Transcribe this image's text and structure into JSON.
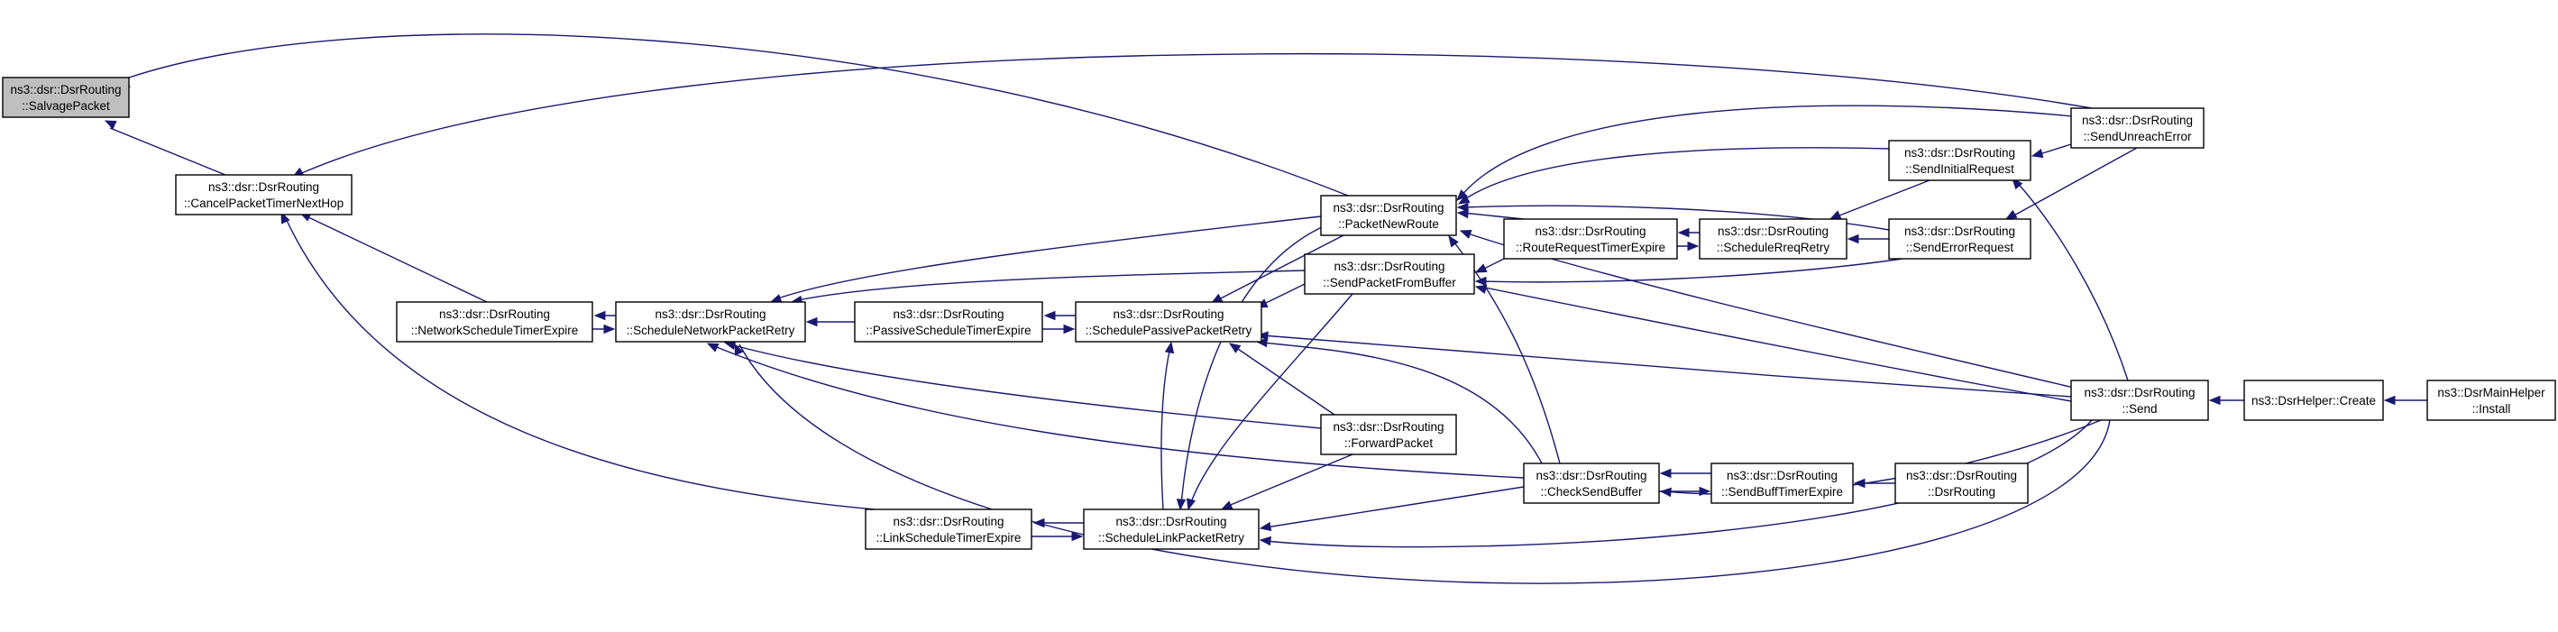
{
  "diagram": {
    "type": "call-graph",
    "edge_color": "#191970",
    "highlight_fill": "#bfbfbf",
    "nodes": [
      {
        "id": "salvage",
        "line1": "ns3::dsr::DsrRouting",
        "line2": "::SalvagePacket",
        "highlight": true
      },
      {
        "id": "cancelTimer",
        "line1": "ns3::dsr::DsrRouting",
        "line2": "::CancelPacketTimerNextHop"
      },
      {
        "id": "netSchedTimer",
        "line1": "ns3::dsr::DsrRouting",
        "line2": "::NetworkScheduleTimerExpire"
      },
      {
        "id": "schedNetRetry",
        "line1": "ns3::dsr::DsrRouting",
        "line2": "::ScheduleNetworkPacketRetry"
      },
      {
        "id": "passiveTimer",
        "line1": "ns3::dsr::DsrRouting",
        "line2": "::PassiveScheduleTimerExpire"
      },
      {
        "id": "schedPassRetry",
        "line1": "ns3::dsr::DsrRouting",
        "line2": "::SchedulePassivePacketRetry"
      },
      {
        "id": "linkTimer",
        "line1": "ns3::dsr::DsrRouting",
        "line2": "::LinkScheduleTimerExpire"
      },
      {
        "id": "schedLinkRetry",
        "line1": "ns3::dsr::DsrRouting",
        "line2": "::ScheduleLinkPacketRetry"
      },
      {
        "id": "packetNewRoute",
        "line1": "ns3::dsr::DsrRouting",
        "line2": "::PacketNewRoute"
      },
      {
        "id": "sendFromBuffer",
        "line1": "ns3::dsr::DsrRouting",
        "line2": "::SendPacketFromBuffer"
      },
      {
        "id": "forwardPacket",
        "line1": "ns3::dsr::DsrRouting",
        "line2": "::ForwardPacket"
      },
      {
        "id": "checkSendBuffer",
        "line1": "ns3::dsr::DsrRouting",
        "line2": "::CheckSendBuffer"
      },
      {
        "id": "rreqTimer",
        "line1": "ns3::dsr::DsrRouting",
        "line2": "::RouteRequestTimerExpire"
      },
      {
        "id": "schedRreq",
        "line1": "ns3::dsr::DsrRouting",
        "line2": "::ScheduleRreqRetry"
      },
      {
        "id": "sendInitReq",
        "line1": "ns3::dsr::DsrRouting",
        "line2": "::SendInitialRequest"
      },
      {
        "id": "sendErrReq",
        "line1": "ns3::dsr::DsrRouting",
        "line2": "::SendErrorRequest"
      },
      {
        "id": "sendUnreach",
        "line1": "ns3::dsr::DsrRouting",
        "line2": "::SendUnreachError"
      },
      {
        "id": "sendBuffTimer",
        "line1": "ns3::dsr::DsrRouting",
        "line2": "::SendBuffTimerExpire"
      },
      {
        "id": "dsrRouting",
        "line1": "ns3::dsr::DsrRouting",
        "line2": "::DsrRouting"
      },
      {
        "id": "send",
        "line1": "ns3::dsr::DsrRouting",
        "line2": "::Send"
      },
      {
        "id": "helperCreate",
        "line1": "ns3::DsrHelper::Create",
        "line2": ""
      },
      {
        "id": "mainHelperInstall",
        "line1": "ns3::DsrMainHelper",
        "line2": "::Install"
      }
    ]
  }
}
